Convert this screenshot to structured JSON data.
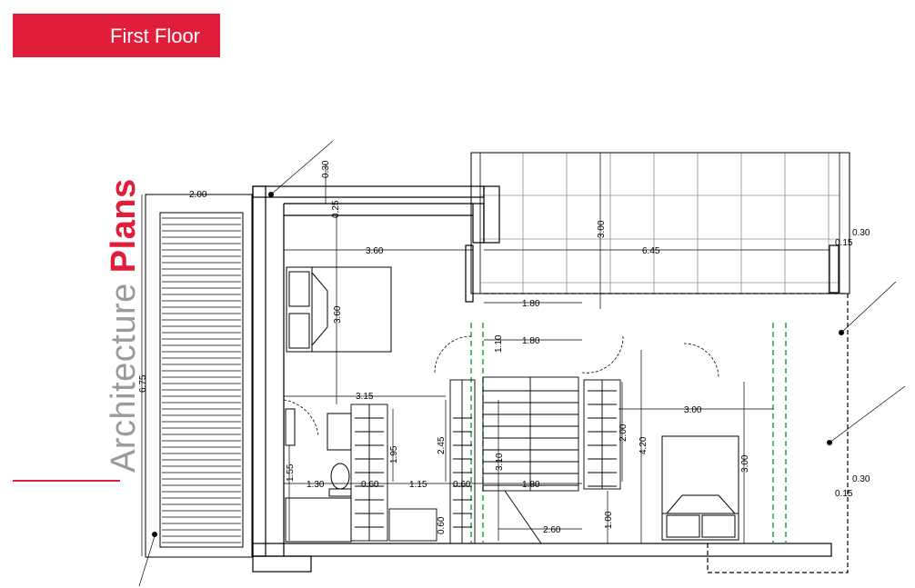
{
  "header": {
    "label": "First Floor"
  },
  "side_title": {
    "part1": "Architecture ",
    "part2": "Plans"
  },
  "colors": {
    "accent": "#e01e3c",
    "grey_text": "#9a9a9a",
    "green_dashed": "#1a9a3a"
  },
  "dimensions": {
    "d_2_00": "2.00",
    "d_6_75": "6.75",
    "d_0_30_a": "0.30",
    "d_0_25": "0.25",
    "d_3_60_h": "3.60",
    "d_3_60_v": "3.60",
    "d_3_00_top": "3.00",
    "d_6_45": "6.45",
    "d_0_30_b": "0.30",
    "d_0_15_a": "0.15",
    "d_1_80_a": "1.80",
    "d_1_80_b": "1.80",
    "d_1_10": "1.10",
    "d_3_15": "3.15",
    "d_3_00_h": "3.00",
    "d_1_95": "1.95",
    "d_2_45": "2.45",
    "d_3_10": "3.10",
    "d_2_00_v": "2.00",
    "d_4_20": "4.20",
    "d_3_00_v": "3.00",
    "d_1_55": "1.55",
    "d_1_30": "1.30",
    "d_0_60_a": "0.60",
    "d_1_15": "1.15",
    "d_0_60_b": "0.60",
    "d_1_80_c": "1.80",
    "d_0_60_c": "0.60",
    "d_2_60": "2.60",
    "d_1_00": "1.00",
    "d_0_30_c": "0.30",
    "d_0_15_b": "0.15"
  }
}
